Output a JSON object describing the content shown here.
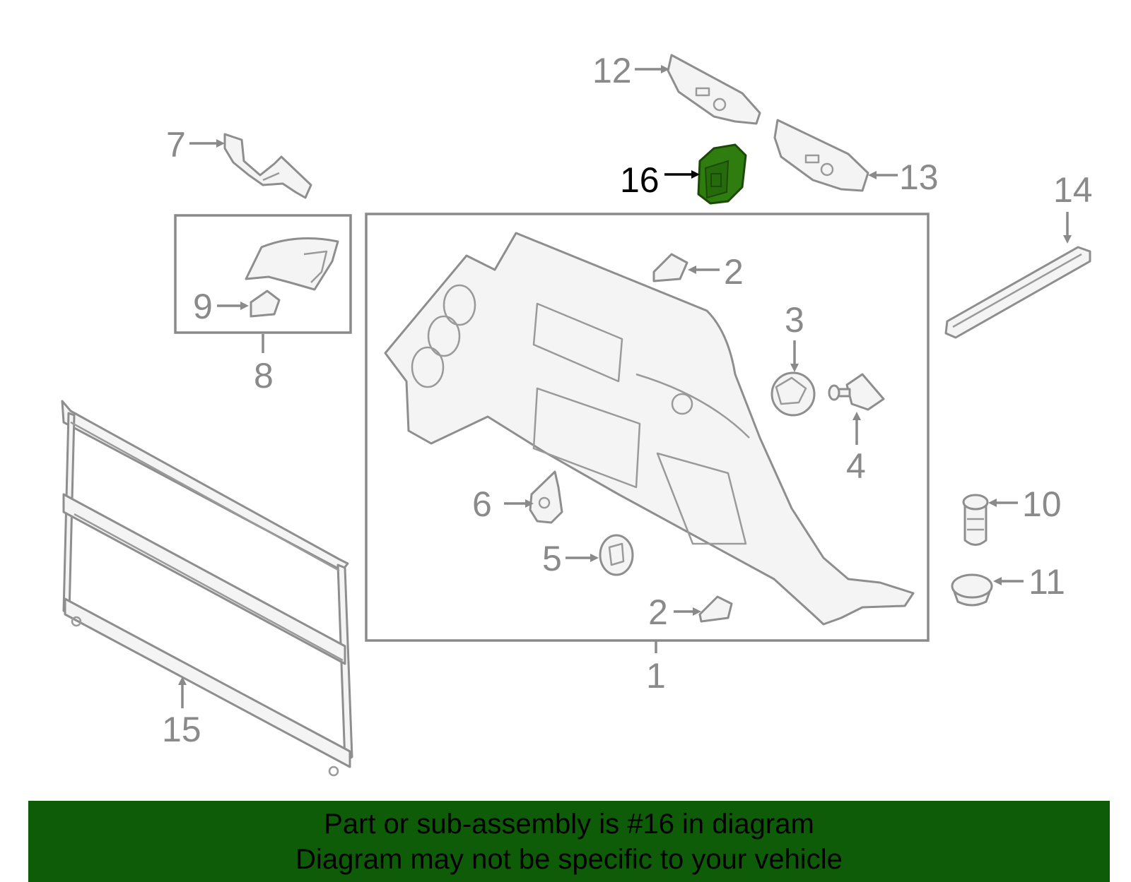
{
  "callouts": {
    "c1": "1",
    "c2a": "2",
    "c2b": "2",
    "c3": "3",
    "c4": "4",
    "c5": "5",
    "c6": "6",
    "c7": "7",
    "c8": "8",
    "c9": "9",
    "c10": "10",
    "c11": "11",
    "c12": "12",
    "c13": "13",
    "c14": "14",
    "c15": "15",
    "c16": "16"
  },
  "highlighted_part": "16",
  "colors": {
    "highlight_fill": "#2e7d0e",
    "banner_background": "#0f5c08",
    "line_gray": "#8a8a8a"
  },
  "banner": {
    "line1": "Part or sub-assembly is #16 in diagram",
    "line2": "Diagram may not be specific to your vehicle"
  }
}
